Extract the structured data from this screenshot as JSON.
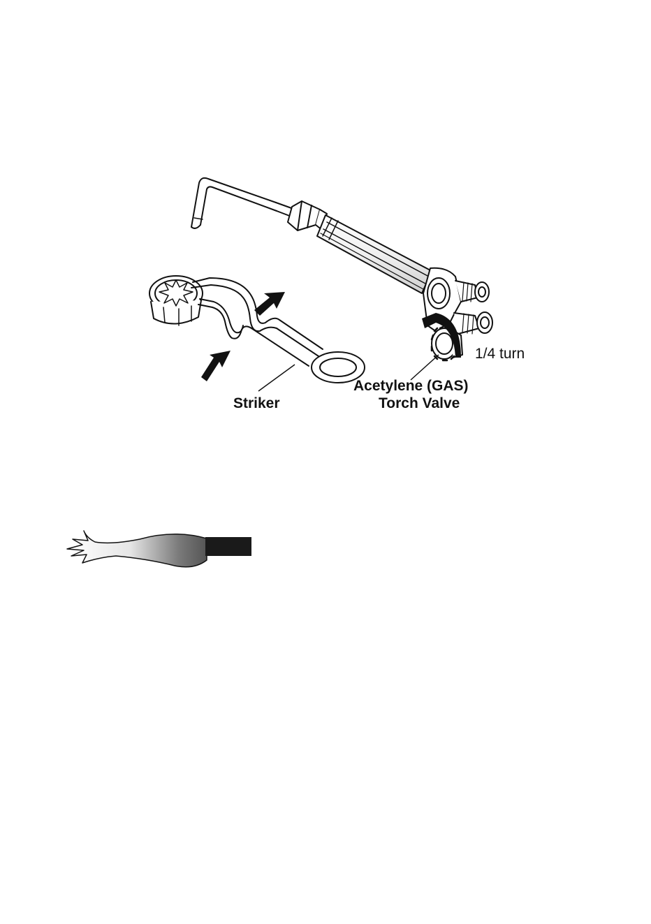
{
  "labels": {
    "quarter_turn": "1/4 turn",
    "valve_line1": "Acetylene (GAS)",
    "valve_line2": "Torch Valve",
    "striker": "Striker"
  },
  "colors": {
    "ink": "#111111",
    "paper": "#ffffff",
    "tube_black": "#1a1a1a"
  },
  "icons": {
    "rotation_arrow": "curved-arrow-icon",
    "press_arrow": "arrow-icon",
    "spark": "spark-icon"
  }
}
